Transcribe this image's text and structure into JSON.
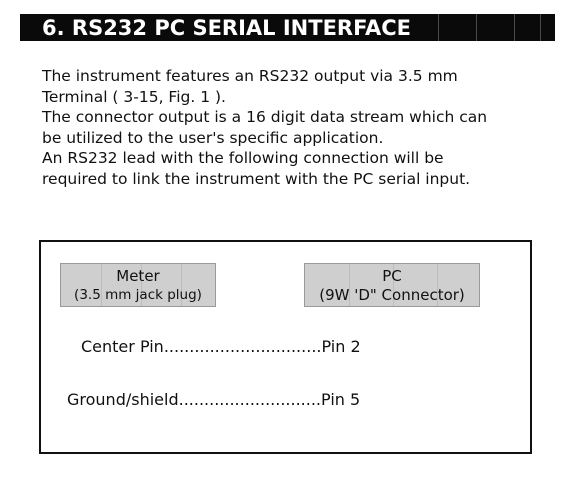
{
  "section": {
    "heading": "6. RS232 PC SERIAL INTERFACE"
  },
  "intro": {
    "lines": [
      "The instrument features an RS232 output via 3.5 mm",
      "Terminal ( 3-15, Fig. 1 ).",
      "The connector output is a 16 digit data stream which can",
      "be utilized to the user's specific application.",
      "An RS232 lead with the following connection will be",
      "required to link the instrument with the PC serial input."
    ]
  },
  "diagram": {
    "meter_header": {
      "title": "Meter",
      "subtitle": "(3.5 mm jack plug)"
    },
    "pc_header": {
      "title": "PC",
      "subtitle": "(9W 'D\" Connector)"
    },
    "rows": [
      {
        "text": "Center Pin...............................Pin 2"
      },
      {
        "text": "Ground/shield............................Pin 5"
      }
    ]
  }
}
